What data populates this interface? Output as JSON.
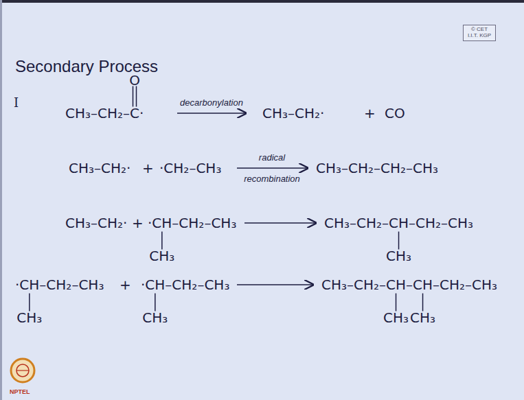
{
  "diagram": {
    "title": "Secondary Process",
    "nodes": [
      {
        "text": [
          "© CET I.I.T. KGP"
        ]
      }
    ],
    "labels": [
      "I",
      "O",
      "CH₃–CH₂–C·",
      "decarbonylation",
      "CH₃–CH₂·",
      "+",
      "CO",
      "CH₃–CH₂·",
      "+",
      "·CH₂–CH₃",
      "radical",
      "recombination",
      "CH₃–CH₂–CH₂–CH₃",
      "CH₃–CH₂·",
      "+",
      "·CH–CH₂–CH₃",
      "CH₃",
      "CH₃–CH₂–CH–CH₂–CH₃",
      "CH₃",
      "·CH–CH₂–CH₃",
      "CH₃",
      "+",
      "·CH–CH₂–CH₃",
      "CH₃",
      "CH₃–CH₂–CH–CH–CH₂–CH₃",
      "CH₃",
      "CH₃",
      "NPTEL"
    ]
  }
}
